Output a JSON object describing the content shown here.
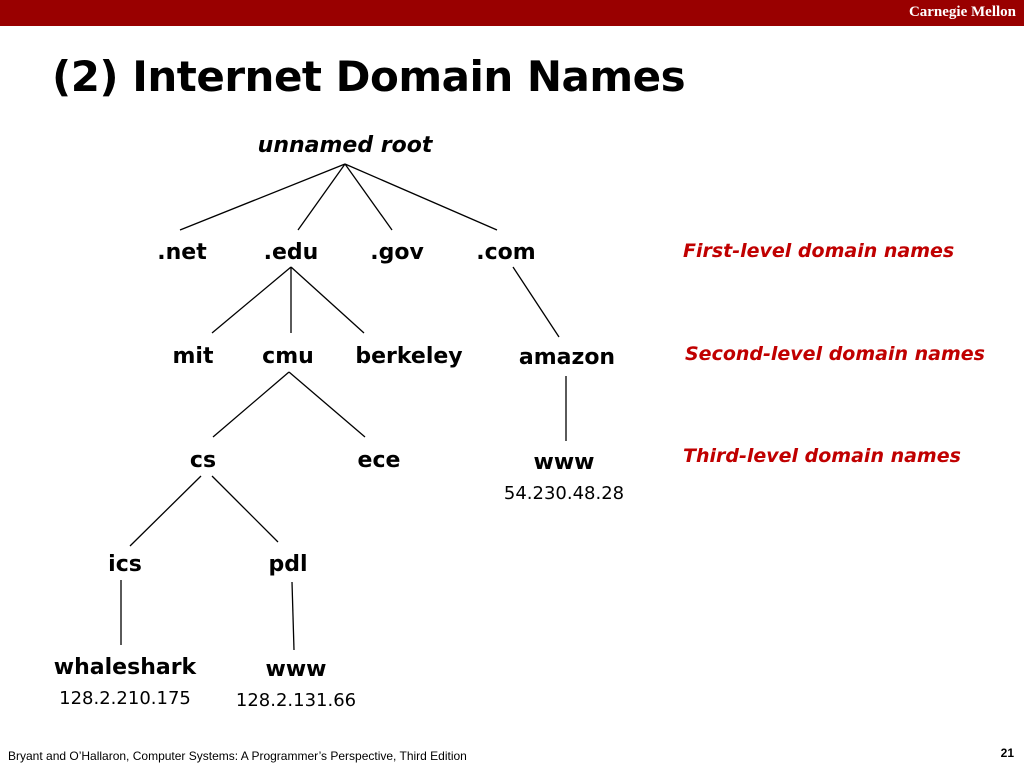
{
  "header": {
    "brand": "Carnegie Mellon",
    "bar_color": "#990000"
  },
  "title": "(2) Internet Domain Names",
  "tree": {
    "root": "unnamed root",
    "first_level": [
      ".net",
      ".edu",
      ".gov",
      ".com"
    ],
    "second_level": [
      "mit",
      "cmu",
      "berkeley",
      "amazon"
    ],
    "third_level": [
      "cs",
      "ece",
      "www"
    ],
    "fourth_level": [
      "ics",
      "pdl"
    ],
    "fifth_level": [
      "whaleshark",
      "www"
    ],
    "ips": {
      "amazon_www": "54.230.48.28",
      "whaleshark": "128.2.210.175",
      "pdl_www": "128.2.131.66"
    },
    "edges": [
      [
        "root",
        ".net"
      ],
      [
        "root",
        ".edu"
      ],
      [
        "root",
        ".gov"
      ],
      [
        "root",
        ".com"
      ],
      [
        ".edu",
        "mit"
      ],
      [
        ".edu",
        "cmu"
      ],
      [
        ".edu",
        "berkeley"
      ],
      [
        ".com",
        "amazon"
      ],
      [
        "cmu",
        "cs"
      ],
      [
        "cmu",
        "ece"
      ],
      [
        "amazon",
        "www"
      ],
      [
        "cs",
        "ics"
      ],
      [
        "cs",
        "pdl"
      ],
      [
        "ics",
        "whaleshark"
      ],
      [
        "pdl",
        "www"
      ]
    ]
  },
  "levels": {
    "first": "First-level domain names",
    "second": "Second-level domain names",
    "third": "Third-level domain names",
    "color": "#c00000"
  },
  "footer": {
    "citation": "Bryant and O’Hallaron, Computer Systems: A Programmer’s Perspective, Third Edition",
    "page": "21"
  }
}
